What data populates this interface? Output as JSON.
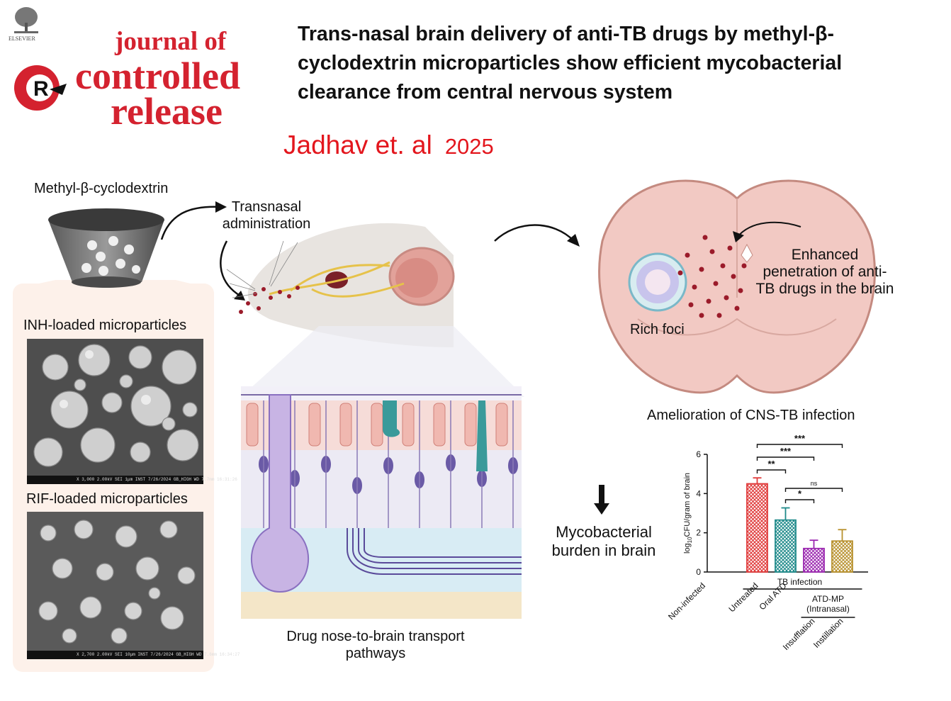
{
  "publisher": "ELSEVIER",
  "journal": {
    "line1": "journal of",
    "line2": "controlled",
    "line3": "release"
  },
  "title": "Trans-nasal brain delivery of anti-TB drugs by methyl-β-cyclodextrin microparticles show efficient mycobacterial clearance from central nervous system",
  "authors": "Jadhav et. al",
  "year": "2025",
  "labels": {
    "cyclodextrin": "Methyl-β-cyclodextrin",
    "transnasal": "Transnasal administration",
    "inh": "INH-loaded microparticles",
    "rif": "RIF-loaded microparticles",
    "enhanced": "Enhanced penetration of anti-TB drugs in the brain",
    "rich_foci": "Rich foci",
    "amelioration": "Amelioration of CNS-TB infection",
    "burden": "Mycobacterial burden in brain",
    "pathways": "Drug nose-to-brain transport pathways"
  },
  "sem": {
    "inh_bar": "X 3,000    2.00kV SEI    1μm  INST    7/26/2024   GB_HIGH  WD 7.7mm  16:31:26",
    "rif_bar": "X 2,700    2.00kV SEI    10μm INST    7/26/2024   GB_HIGH  WD 7.6mm  16:34:27"
  },
  "colors": {
    "journal_red": "#d4222f",
    "author_red": "#e3161d",
    "brain_pink": "#f2c9c3",
    "drug_dot": "#9b1b2a"
  },
  "chart_data": {
    "type": "bar",
    "ylabel": "log10CFU/gram of brain",
    "ylim": [
      0,
      6
    ],
    "yticks": [
      0,
      2,
      4,
      6
    ],
    "categories": [
      "Non-infected",
      "Untreated",
      "Oral ATD",
      "Insufflation",
      "Instillation"
    ],
    "values": [
      0,
      4.5,
      2.65,
      1.2,
      1.58
    ],
    "errors": [
      0,
      0.3,
      0.62,
      0.42,
      0.58
    ],
    "colors": [
      "#ffffff",
      "#e03b3b",
      "#1f8a8a",
      "#9b27b0",
      "#b8912e"
    ],
    "group_labels": [
      "TB infection",
      "ATD-MP (Intranasal)"
    ],
    "significance": [
      {
        "from": "Untreated",
        "to": "Oral ATD",
        "label": "**"
      },
      {
        "from": "Untreated",
        "to": "Insufflation",
        "label": "***"
      },
      {
        "from": "Untreated",
        "to": "Instillation",
        "label": "***"
      },
      {
        "from": "Oral ATD",
        "to": "Insufflation",
        "label": "*"
      },
      {
        "from": "Oral ATD",
        "to": "Instillation",
        "label": "ns"
      }
    ]
  }
}
